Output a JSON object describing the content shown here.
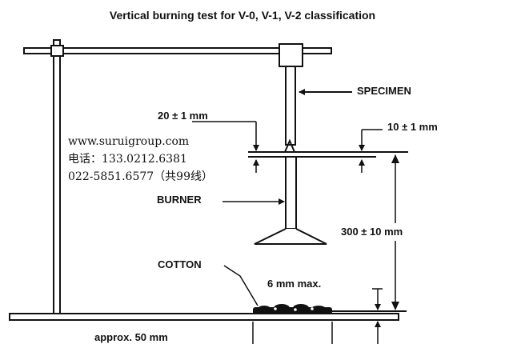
{
  "diagram": {
    "title": "Vertical burning test for V-0, V-1, V-2 classification",
    "labels": {
      "specimen": "SPECIMEN",
      "gap_top": "20 ± 1 mm",
      "flame": "10 ± 1 mm",
      "burner": "BURNER",
      "height": "300 ± 10 mm",
      "cotton": "COTTON",
      "cotton_thickness": "6 mm max.",
      "cotton_width": "approx. 50 mm"
    },
    "watermark": {
      "website": "www.suruigroup.com",
      "phone": "电话：133.0212.6381",
      "landline": "022-5851.6577（共99线）"
    }
  }
}
